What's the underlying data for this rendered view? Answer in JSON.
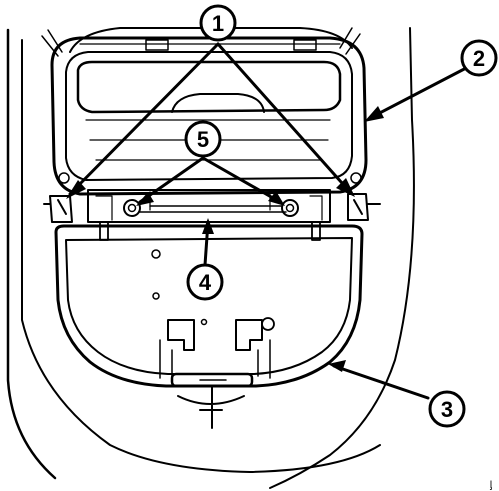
{
  "callouts": [
    {
      "id": "1",
      "label": "1"
    },
    {
      "id": "2",
      "label": "2"
    },
    {
      "id": "3",
      "label": "3"
    },
    {
      "id": "4",
      "label": "4"
    },
    {
      "id": "5",
      "label": "5"
    }
  ],
  "corner_mark": "ᶅ",
  "colors": {
    "ink": "#000000",
    "paper": "#ffffff"
  }
}
